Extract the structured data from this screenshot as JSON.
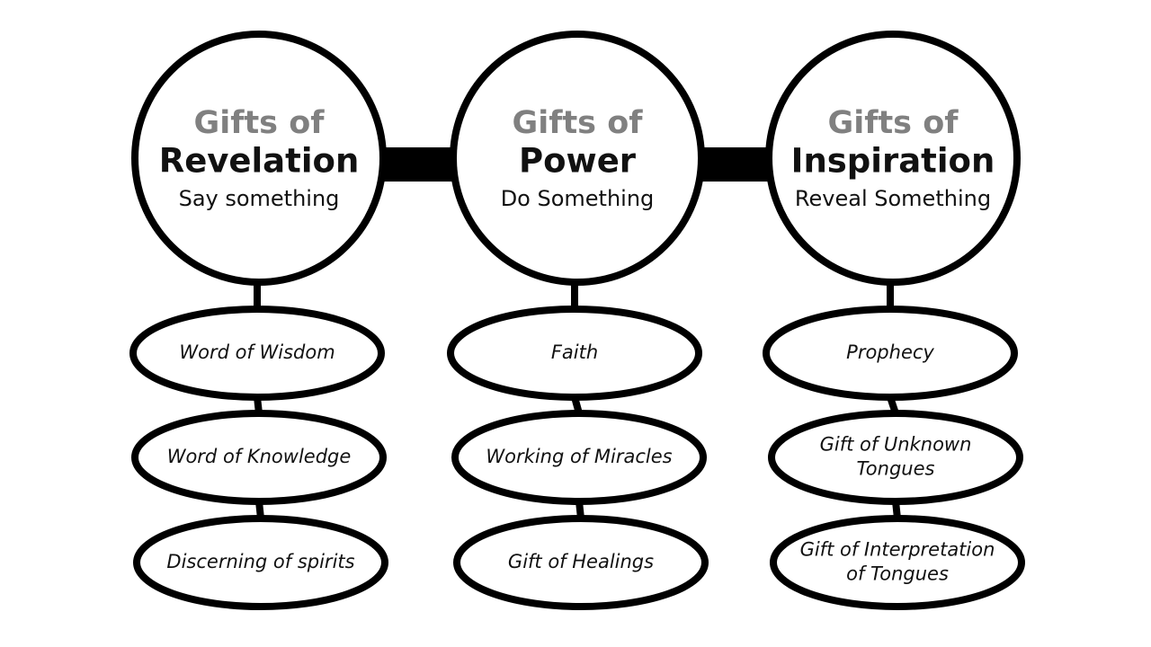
{
  "colors": {
    "stroke": "#000000",
    "title_prefix": "#808080",
    "title_main": "#111111",
    "text": "#111111",
    "background": "#ffffff"
  },
  "categories": [
    {
      "title_prefix": "Gifts of",
      "title": "Revelation",
      "subtitle": "Say something",
      "gifts": [
        {
          "lines": [
            "Word of Wisdom"
          ]
        },
        {
          "lines": [
            "Word of Knowledge"
          ]
        },
        {
          "lines": [
            "Discerning of spirits"
          ]
        }
      ]
    },
    {
      "title_prefix": "Gifts of",
      "title": "Power",
      "subtitle": "Do Something",
      "gifts": [
        {
          "lines": [
            "Faith"
          ]
        },
        {
          "lines": [
            "Working of Miracles"
          ]
        },
        {
          "lines": [
            "Gift of Healings"
          ]
        }
      ]
    },
    {
      "title_prefix": "Gifts of",
      "title": "Inspiration",
      "subtitle": "Reveal Something",
      "gifts": [
        {
          "lines": [
            "Prophecy"
          ]
        },
        {
          "lines": [
            "Gift of Unknown",
            "Tongues"
          ]
        },
        {
          "lines": [
            "Gift of Interpretation",
            "of  Tongues"
          ]
        }
      ]
    }
  ]
}
